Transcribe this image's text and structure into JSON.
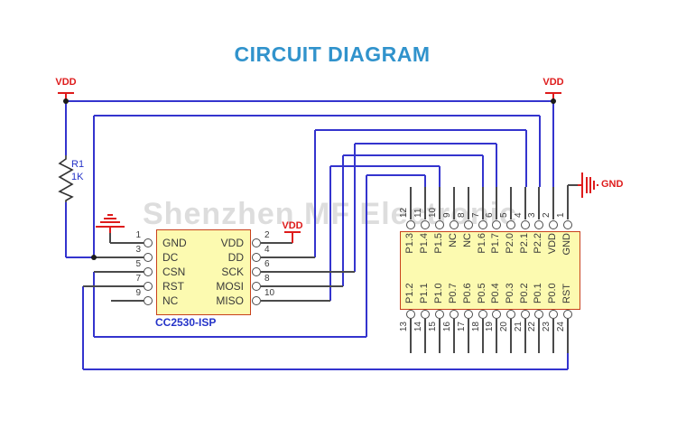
{
  "title": "CIRCUIT DIAGRAM",
  "watermark": "Shenzhen MF Electronic",
  "power": {
    "vdd_label": "VDD",
    "gnd_label": "GND"
  },
  "resistor": {
    "ref": "R1",
    "value": "1K"
  },
  "programmer": {
    "name": "CC2530-ISP",
    "left_pins": [
      {
        "num": "1",
        "label": "GND"
      },
      {
        "num": "3",
        "label": "DC"
      },
      {
        "num": "5",
        "label": "CSN"
      },
      {
        "num": "7",
        "label": "RST"
      },
      {
        "num": "9",
        "label": "NC"
      }
    ],
    "right_pins": [
      {
        "num": "2",
        "label": "VDD"
      },
      {
        "num": "4",
        "label": "DD"
      },
      {
        "num": "6",
        "label": "SCK"
      },
      {
        "num": "8",
        "label": "MOSI"
      },
      {
        "num": "10",
        "label": "MISO"
      }
    ]
  },
  "target_connector": {
    "top_pins": [
      {
        "num": "12",
        "label": "P1.3"
      },
      {
        "num": "11",
        "label": "P1.4"
      },
      {
        "num": "10",
        "label": "P1.5"
      },
      {
        "num": "9",
        "label": "NC"
      },
      {
        "num": "8",
        "label": "NC"
      },
      {
        "num": "7",
        "label": "P1.6"
      },
      {
        "num": "6",
        "label": "P1.7"
      },
      {
        "num": "5",
        "label": "P2.0"
      },
      {
        "num": "4",
        "label": "P2.1"
      },
      {
        "num": "3",
        "label": "P2.2"
      },
      {
        "num": "2",
        "label": "VDD"
      },
      {
        "num": "1",
        "label": "GND"
      }
    ],
    "bottom_pins": [
      {
        "num": "13",
        "label": "P1.2"
      },
      {
        "num": "14",
        "label": "P1.1"
      },
      {
        "num": "15",
        "label": "P1.0"
      },
      {
        "num": "16",
        "label": "P0.7"
      },
      {
        "num": "17",
        "label": "P0.6"
      },
      {
        "num": "18",
        "label": "P0.5"
      },
      {
        "num": "19",
        "label": "P0.4"
      },
      {
        "num": "20",
        "label": "P0.3"
      },
      {
        "num": "21",
        "label": "P0.2"
      },
      {
        "num": "22",
        "label": "P0.1"
      },
      {
        "num": "23",
        "label": "P0.0"
      },
      {
        "num": "24",
        "label": "RST"
      }
    ]
  },
  "colors": {
    "wire_blue": "#3434CE",
    "wire_black": "#4a4a4a",
    "symbol_red": "#DE1B1B",
    "box_fill": "#FCFAB0",
    "box_border": "#C8411B",
    "title_blue": "#3193CC",
    "label_blue": "#2433C8"
  }
}
